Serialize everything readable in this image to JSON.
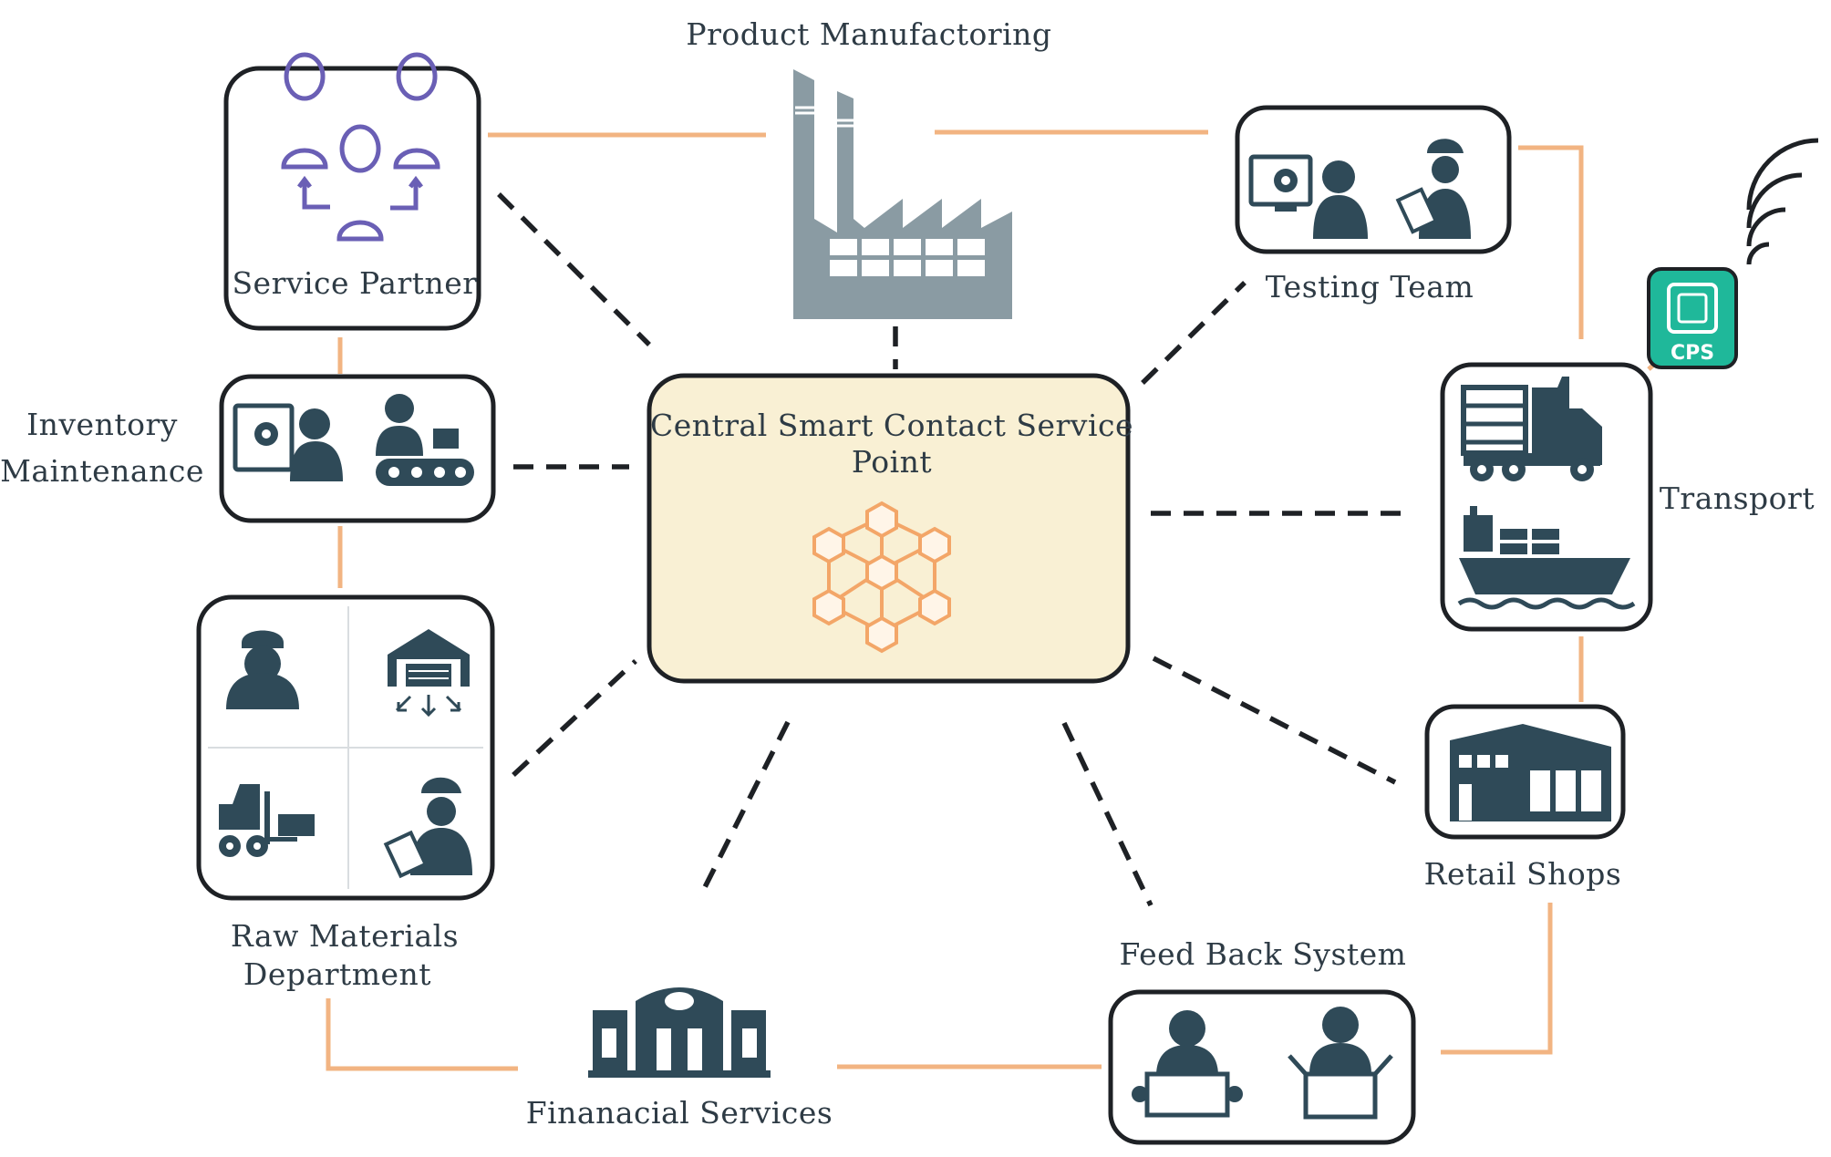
{
  "center": {
    "title_line1": "Central Smart Contact Service",
    "title_line2": "Point"
  },
  "nodes": {
    "product_manufacturing": "Product Manufactoring",
    "service_partner": "Service Partner",
    "testing_team": "Testing Team",
    "inventory_line1": "Inventory",
    "inventory_line2": "Maintenance",
    "transport": "Transport",
    "raw_materials_line1": "Raw Materials",
    "raw_materials_line2": "Department",
    "retail_shops": "Retail Shops",
    "feedback_system": "Feed Back System",
    "financial_services": "Finanacial Services"
  },
  "badge": {
    "cps": "CPS"
  },
  "colors": {
    "orange_link": "#f2b482",
    "center_fill": "#f9f0d4",
    "icon": "#2f4a58",
    "cps_green": "#1fb89a"
  }
}
